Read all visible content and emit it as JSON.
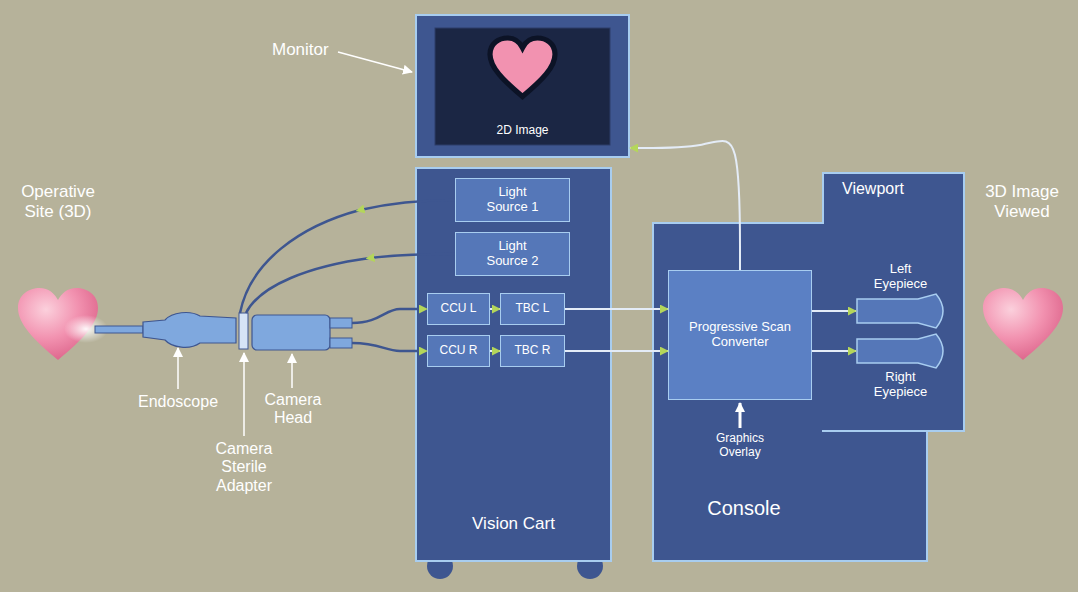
{
  "diagram": {
    "nodes": [
      {
        "text": [
          "2D Image"
        ]
      },
      {
        "text": [
          "Vision Cart"
        ]
      },
      {
        "text": [
          "Light Source 1"
        ],
        "in": 1
      },
      {
        "text": [
          "Light Source 2"
        ],
        "in": 1
      },
      {
        "text": [
          "CCU L"
        ],
        "in": 1
      },
      {
        "text": [
          "TBC L"
        ],
        "in": 1
      },
      {
        "text": [
          "CCU R"
        ],
        "in": 1
      },
      {
        "text": [
          "TBC R"
        ],
        "in": 1
      },
      {
        "text": [
          "Console"
        ]
      },
      {
        "text": [
          "Viewport"
        ],
        "in": 8
      },
      {
        "text": [
          "Progressive Scan Converter"
        ],
        "in": 8
      },
      {
        "text": [
          "Left Eyepiece"
        ],
        "in": 9
      },
      {
        "text": [
          "Right Eyepiece"
        ],
        "in": 9
      }
    ],
    "edges": [
      {
        "from": 4,
        "to": 5,
        "arrow": "to"
      },
      {
        "from": 6,
        "to": 7,
        "arrow": "to"
      },
      {
        "from": 5,
        "to": 10,
        "arrow": "to"
      },
      {
        "from": 7,
        "to": 10,
        "arrow": "to"
      },
      {
        "from": 10,
        "to": 11,
        "arrow": "to"
      },
      {
        "from": 10,
        "to": 12,
        "arrow": "to"
      },
      {
        "from": 10,
        "to": 0,
        "arrow": "to"
      }
    ],
    "labels": [
      "Monitor",
      "Operative Site (3D)",
      "3D Image Viewed",
      "Endoscope",
      "Camera Sterile Adapter",
      "Camera Head",
      "Graphics Overlay"
    ]
  }
}
